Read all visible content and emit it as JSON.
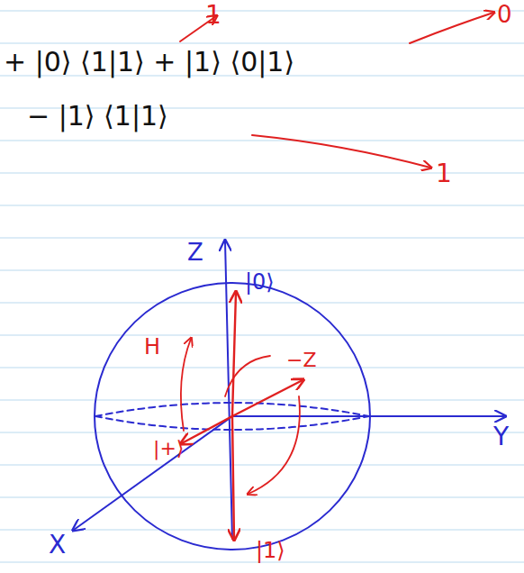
{
  "diagram": {
    "labels": [
      "1",
      "0",
      "+ |0⟩ ⟨1|1⟩ + |1⟩ ⟨0|1⟩",
      "− |1⟩ ⟨1|1⟩",
      "1",
      "Z",
      "|0⟩",
      "H",
      "−Z",
      "Y",
      "|+⟩",
      "X",
      "|1⟩"
    ]
  }
}
